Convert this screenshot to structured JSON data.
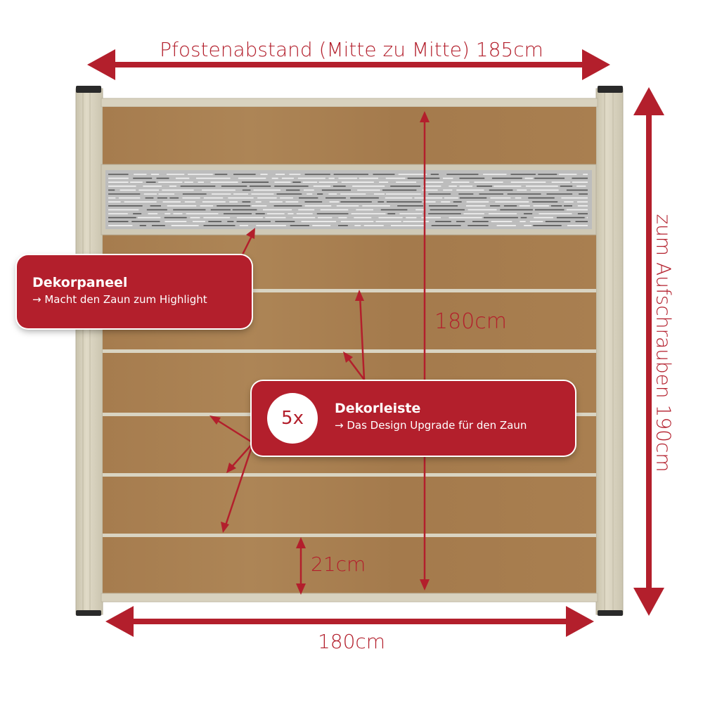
{
  "dimensions": {
    "post_spacing": "Pfostenabstand (Mitte zu Mitte) 185cm",
    "height_screw": "zum Aufschrauben 190cm",
    "panel_height": "180cm",
    "board_height": "21cm",
    "panel_width": "180cm"
  },
  "callouts": {
    "dekorpaneel": {
      "title": "Dekorpaneel",
      "subtitle": "→ Macht den Zaun zum Highlight"
    },
    "dekorleiste": {
      "count": "5x",
      "title": "Dekorleiste",
      "subtitle": "→ Das Design Upgrade für den Zaun"
    }
  },
  "colors": {
    "accent": "#b31f2c",
    "wood": "#a77f52",
    "aluminium": "#d8d2bf",
    "decor_panel": "#bdbdbd"
  }
}
